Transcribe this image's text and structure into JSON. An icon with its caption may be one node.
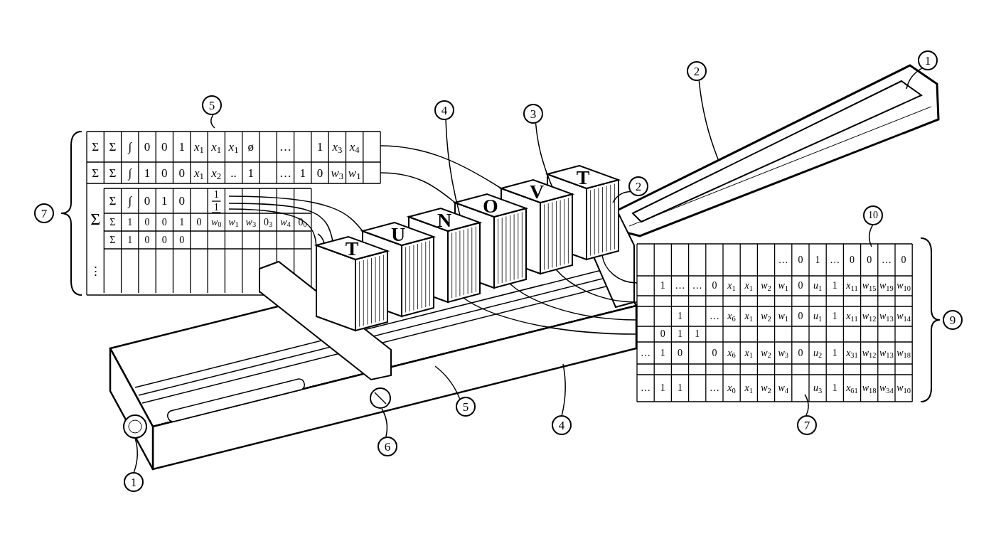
{
  "diagram": {
    "nodes": [
      {
        "text": [
          "1"
        ]
      },
      {
        "text": [
          "2"
        ]
      },
      {
        "text": [
          "5"
        ]
      },
      {
        "text": [
          "4"
        ]
      },
      {
        "text": [
          "3"
        ]
      },
      {
        "text": [
          "2"
        ]
      },
      {
        "text": [
          "10"
        ]
      },
      {
        "text": [
          "5"
        ]
      },
      {
        "text": [
          "4"
        ]
      },
      {
        "text": [
          "7"
        ]
      },
      {
        "text": [
          "6"
        ]
      },
      {
        "text": [
          "1"
        ]
      },
      {
        "text": [
          "7"
        ]
      },
      {
        "text": [
          "9"
        ]
      },
      {
        "text": [
          "T"
        ]
      },
      {
        "text": [
          "U"
        ]
      },
      {
        "text": [
          "N"
        ]
      },
      {
        "text": [
          "O"
        ]
      },
      {
        "text": [
          "V"
        ]
      },
      {
        "text": [
          "T"
        ]
      },
      {
        "text": [],
        "shape": "circle"
      },
      {
        "text": [],
        "shape": "circle"
      }
    ],
    "edges": [
      {
        "from": 0,
        "to": null,
        "arrow": "none"
      },
      {
        "from": 1,
        "to": null,
        "arrow": "none"
      },
      {
        "from": 2,
        "to": null,
        "arrow": "none"
      },
      {
        "from": 3,
        "to": 16,
        "arrow": "none"
      },
      {
        "from": 4,
        "to": 18,
        "arrow": "none"
      },
      {
        "from": 5,
        "to": 19,
        "arrow": "none"
      },
      {
        "from": 6,
        "to": null,
        "arrow": "none"
      },
      {
        "from": 7,
        "to": null,
        "arrow": "none"
      },
      {
        "from": 8,
        "to": null,
        "arrow": "none"
      },
      {
        "from": 9,
        "to": null,
        "arrow": "none"
      },
      {
        "from": 10,
        "to": 21,
        "arrow": "none"
      },
      {
        "from": 11,
        "to": 20,
        "arrow": "none"
      },
      {
        "from": null,
        "to": 18,
        "arrow": "none"
      },
      {
        "from": null,
        "to": 17,
        "arrow": "none"
      },
      {
        "from": null,
        "to": 15,
        "arrow": "none"
      },
      {
        "from": null,
        "to": 14,
        "arrow": "none"
      },
      {
        "from": null,
        "to": 14,
        "arrow": "none"
      },
      {
        "from": null,
        "to": 14,
        "arrow": "none"
      },
      {
        "from": null,
        "to": 19,
        "arrow": "none"
      },
      {
        "from": null,
        "to": 18,
        "arrow": "none"
      },
      {
        "from": null,
        "to": 17,
        "arrow": "none"
      },
      {
        "from": null,
        "to": 16,
        "arrow": "none"
      }
    ],
    "labels": [
      "Σ",
      "Σ",
      "∫",
      "0",
      "0",
      "1",
      "*x*$_{1}$",
      "*x*$_{1}$",
      "*x*$_{1}$",
      "ø",
      "…",
      "1",
      "*x*$_{3}$",
      "*x*$_{4}$",
      "Σ",
      "Σ",
      "∫",
      "1",
      "0",
      "0",
      "*x*$_{1}$",
      "*x*$_{2}$",
      "..",
      "1",
      "…",
      "1",
      "0",
      "*w*$_{3}$",
      "*w*$_{1}$",
      "Σ",
      "Σ",
      "∫",
      "0",
      "1",
      "0",
      "1",
      "1",
      "Σ",
      "1",
      "0",
      "0",
      "1",
      "0",
      "*w*$_{0}$",
      "*w*$_{1}$",
      "*w*$_{3}$",
      "0$_{3}$",
      "*w*$_{4}$",
      "0$_{0}$",
      "Σ",
      "1",
      "0",
      "0",
      "0",
      "⋮",
      "…",
      "0",
      "1",
      "…",
      "0",
      "0",
      "…",
      "0",
      "1",
      "…",
      "…",
      "0",
      "*x*$_{1}$",
      "*x*$_{1}$",
      "*w*$_{2}$",
      "*w*$_{1}$",
      "0",
      "*u*$_{1}$",
      "1",
      "*x*$_{11}$",
      "*w*$_{15}$",
      "*w*$_{19}$",
      "*w*$_{10}$",
      "1",
      "…",
      "*x*$_{6}$",
      "*x*$_{1}$",
      "*w*$_{2}$",
      "*w*$_{1}$",
      "0",
      "*u*$_{1}$",
      "1",
      "*x*$_{11}$",
      "*w*$_{12}$",
      "*w*$_{13}$",
      "*w*$_{14}$",
      "0",
      "1",
      "1",
      "…",
      "1",
      "0",
      "0",
      "*x*$_{6}$",
      "*x*$_{1}$",
      "*w*$_{2}$",
      "*w*$_{3}$",
      "0",
      "*u*$_{2}$",
      "1",
      "*x*$_{31}$",
      "*w*$_{12}$",
      "*w*$_{13}$",
      "*w*$_{18}$",
      "…",
      "1",
      "1",
      "…",
      "*x*$_{0}$",
      "*x*$_{1}$",
      "*w*$_{2}$",
      "*w*$_{4}$",
      "*u*$_{3}$",
      "1",
      "*x*$_{61}$",
      "*w*$_{18}$",
      "*w*$_{34}$",
      "*w*$_{10}$"
    ]
  }
}
